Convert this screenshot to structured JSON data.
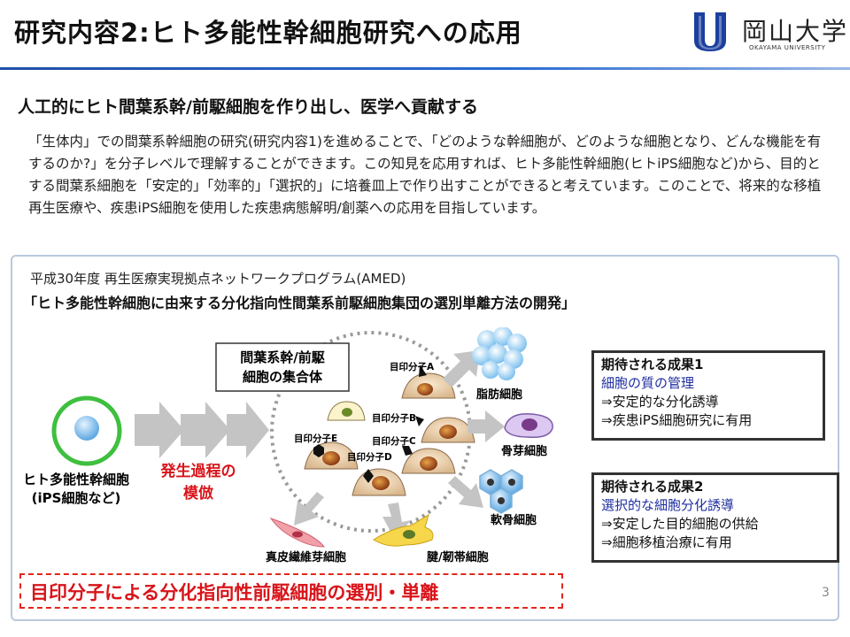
{
  "header": {
    "title": "研究内容2:ヒト多能性幹細胞研究への応用",
    "logo_text": "岡山大学",
    "logo_sub": "OKAYAMA UNIVERSITY"
  },
  "subtitle": "人工的にヒト間葉系幹/前駆細胞を作り出し、医学へ貢献する",
  "body_text": "「生体内」での間葉系幹細胞の研究(研究内容1)を進めることで、「どのような幹細胞が、どのような細胞となり、どんな機能を有するのか?」を分子レベルで理解することができます。この知見を応用すれば、ヒト多能性幹細胞(ヒトiPS細胞など)から、目的とする間葉系細胞を「安定的」「効率的」「選択的」に培養皿上で作り出すことができると考えています。このことで、将来的な移植再生医療や、疾患iPS細胞を使用した疾患病態解明/創薬への応用を目指しています。",
  "panel": {
    "program": "平成30年度 再生医療実現拠点ネットワークプログラム(AMED)",
    "project": "「ヒト多能性幹細胞に由来する分化指向性間葉系前駆細胞集団の選別単離方法の開発」"
  },
  "diagram": {
    "source_cell_label_1": "ヒト多能性幹細胞",
    "source_cell_label_2": "(iPS細胞など)",
    "process_label_1": "発生過程の",
    "process_label_2": "模倣",
    "cluster_label_1": "間葉系幹/前駆",
    "cluster_label_2": "細胞の集合体",
    "marker_a": "目印分子A",
    "marker_b": "目印分子B",
    "marker_c": "目印分子C",
    "marker_d": "目印分子D",
    "marker_e": "目印分子E",
    "fat_cell": "脂肪細胞",
    "bone_cell": "骨芽細胞",
    "cartilage_cell": "軟骨細胞",
    "dermal_cell": "真皮繊維芽細胞",
    "tendon_cell": "腱/靭帯細胞"
  },
  "results": [
    {
      "heading": "期待される成果1",
      "highlight": "細胞の質の管理",
      "line1": "⇒安定的な分化誘導",
      "line2": "⇒疾患iPS細胞研究に有用"
    },
    {
      "heading": "期待される成果2",
      "highlight": "選択的な細胞分化誘導",
      "line1": "⇒安定した目的細胞の供給",
      "line2": "⇒細胞移植治療に有用"
    }
  ],
  "banner": "目印分子による分化指向性前駆細胞の選別・単離",
  "page_number": "3",
  "colors": {
    "accent_blue": "#1f4fa8",
    "highlight_blue": "#1f2f9f",
    "red": "#d8141a",
    "ips_cell": "#3fbf3f"
  }
}
